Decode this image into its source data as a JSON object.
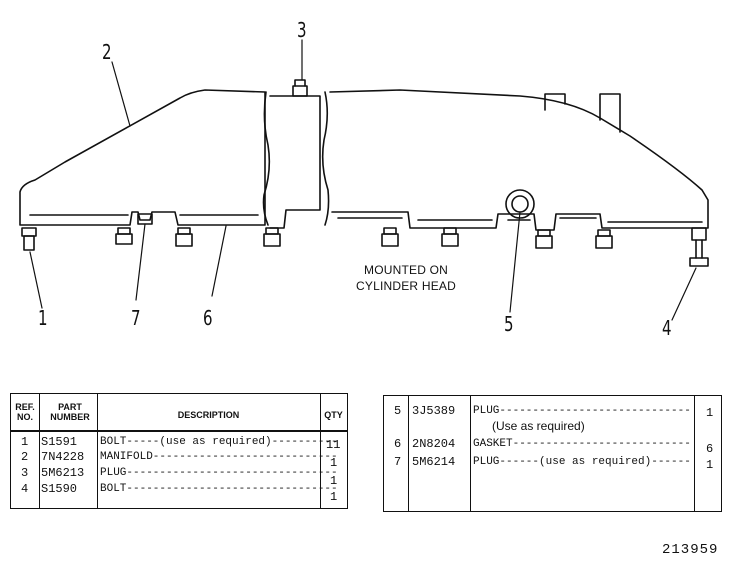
{
  "callouts": [
    "1",
    "2",
    "3",
    "4",
    "5",
    "6",
    "7"
  ],
  "note": [
    "MOUNTED ON",
    "CYLINDER HEAD"
  ],
  "left_table": {
    "headers": {
      "ref": "REF. NO.",
      "part": "PART NUMBER",
      "desc": "DESCRIPTION",
      "qty": "QTY"
    },
    "rows": [
      {
        "ref": "1",
        "part": "S1591",
        "desc": "BOLT-----(use as required)----------",
        "qty": "11"
      },
      {
        "ref": "2",
        "part": "7N4228",
        "desc": "MANIFOLD----------------------------",
        "qty": "1"
      },
      {
        "ref": "3",
        "part": "5M6213",
        "desc": "PLUG--------------------------------",
        "qty": "1"
      },
      {
        "ref": "4",
        "part": "S1590",
        "desc": "BOLT--------------------------------",
        "qty": "1"
      }
    ]
  },
  "right_table": {
    "rows": [
      {
        "ref": "5",
        "part": "3J5389",
        "desc": "PLUG-----------------------------",
        "desc2": "(Use as required)",
        "qty": "1"
      },
      {
        "ref": "6",
        "part": "2N8204",
        "desc": "GASKET---------------------------",
        "qty": "6"
      },
      {
        "ref": "7",
        "part": "5M6214",
        "desc": "PLUG------(use as required)------",
        "qty": "1"
      }
    ]
  },
  "figure_number": "213959"
}
